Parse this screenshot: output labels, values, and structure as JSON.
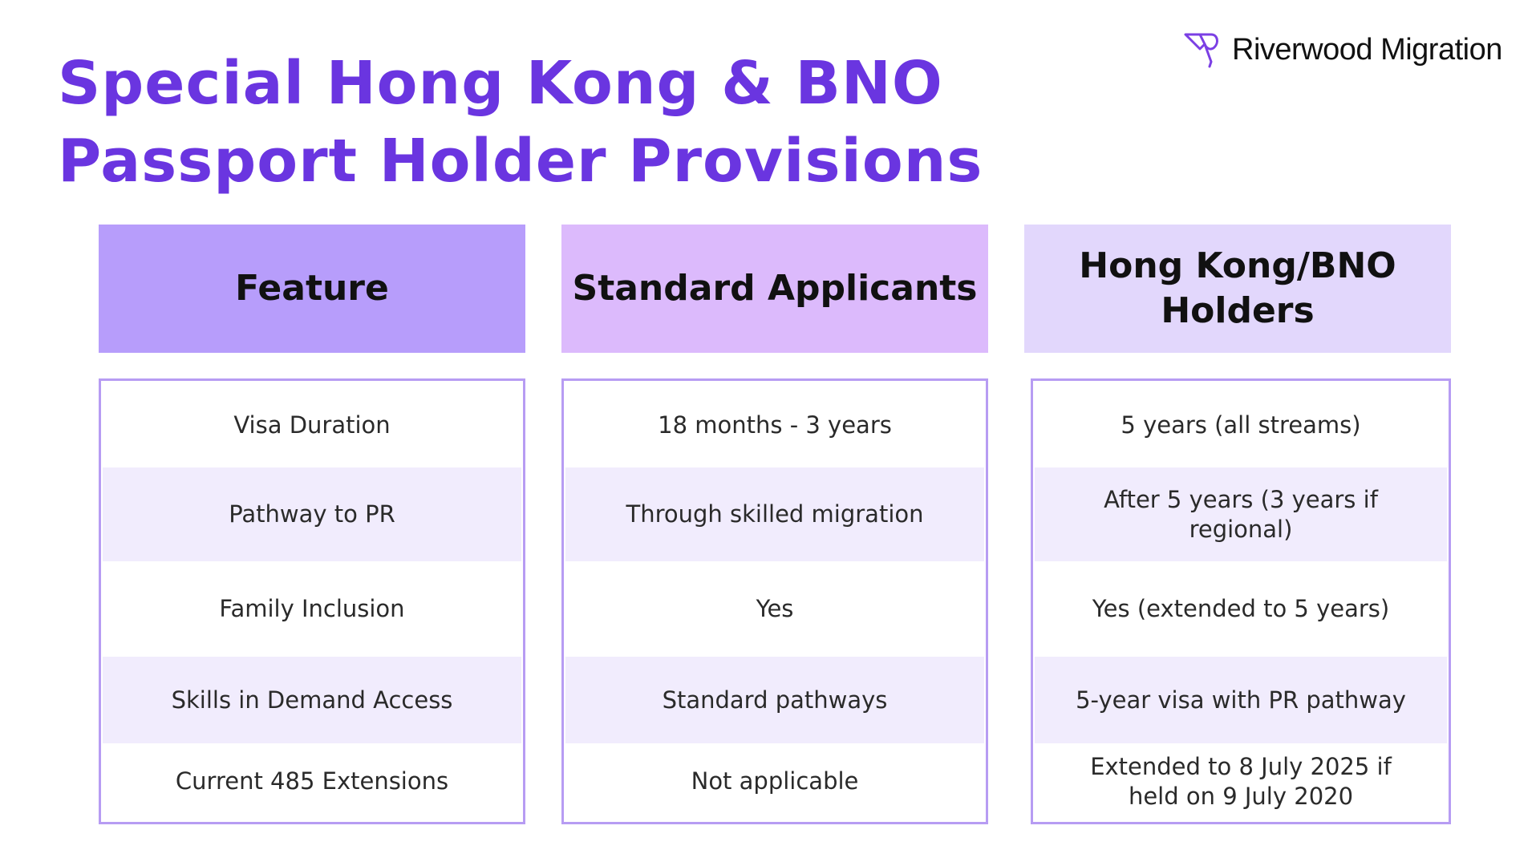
{
  "title": {
    "line1": "Special Hong Kong & BNO",
    "line2": "Passport Holder Provisions"
  },
  "logo": {
    "text": "Riverwood Migration",
    "icon": "riverwood-logo-icon",
    "color": "#7b3fe4"
  },
  "table": {
    "headers": [
      "Feature",
      "Standard Applicants",
      "Hong Kong/BNO Holders"
    ],
    "columns": {
      "feature": [
        "Visa Duration",
        "Pathway to PR",
        "Family Inclusion",
        "Skills in Demand Access",
        "Current 485 Extensions"
      ],
      "standard": [
        "18 months - 3 years",
        "Through skilled migration",
        "Yes",
        "Standard pathways",
        "Not applicable"
      ],
      "hk_bno": [
        "5 years (all streams)",
        "After 5 years (3 years if regional)",
        "Yes (extended to 5 years)",
        "5-year visa with PR pathway",
        "Extended to 8 July 2025 if held on 9 July 2020"
      ]
    }
  },
  "colors": {
    "title": "#6a35e0",
    "header_feature": "#b79dfb",
    "header_standard": "#dcbafc",
    "header_hk": "#e2d7fc",
    "row_alt": "#f1ecfd",
    "border": "#b79cf3"
  }
}
